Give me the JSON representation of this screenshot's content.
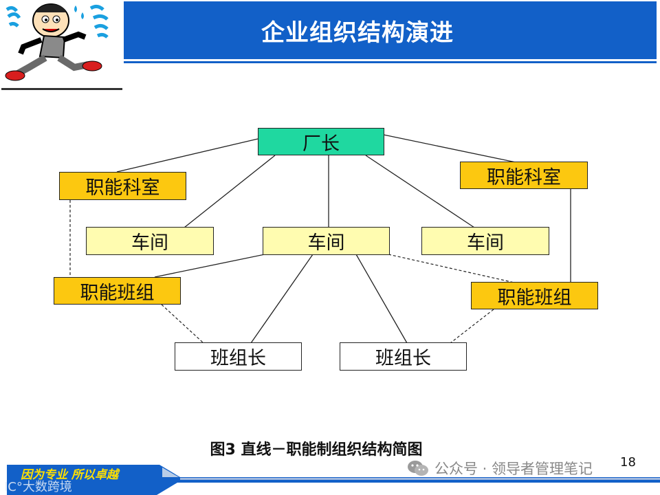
{
  "header": {
    "title": "企业组织结构演进",
    "mascot_icon": "running-man-icon",
    "accent_color": "#1260c8"
  },
  "diagram": {
    "nodes": {
      "director": "厂长",
      "functional_office_left": "职能科室",
      "functional_office_right": "职能科室",
      "workshop_left": "车间",
      "workshop_center": "车间",
      "workshop_right": "车间",
      "functional_team_left": "职能班组",
      "functional_team_right": "职能班组",
      "team_leader_left": "班组长",
      "team_leader_right": "班组长"
    },
    "colors": {
      "director": "#1fd8a0",
      "functional": "#fcc810",
      "workshop": "#fffcb0",
      "leader": "#ffffff"
    },
    "caption": "图3 直线－职能制组织结构简图"
  },
  "footer": {
    "slogan": "因为专业  所以卓越",
    "brand": "IC°大数跨境",
    "watermark": "公众号 · 领导者管理笔记",
    "watermark_icon": "wechat-icon",
    "page_number": "18"
  }
}
